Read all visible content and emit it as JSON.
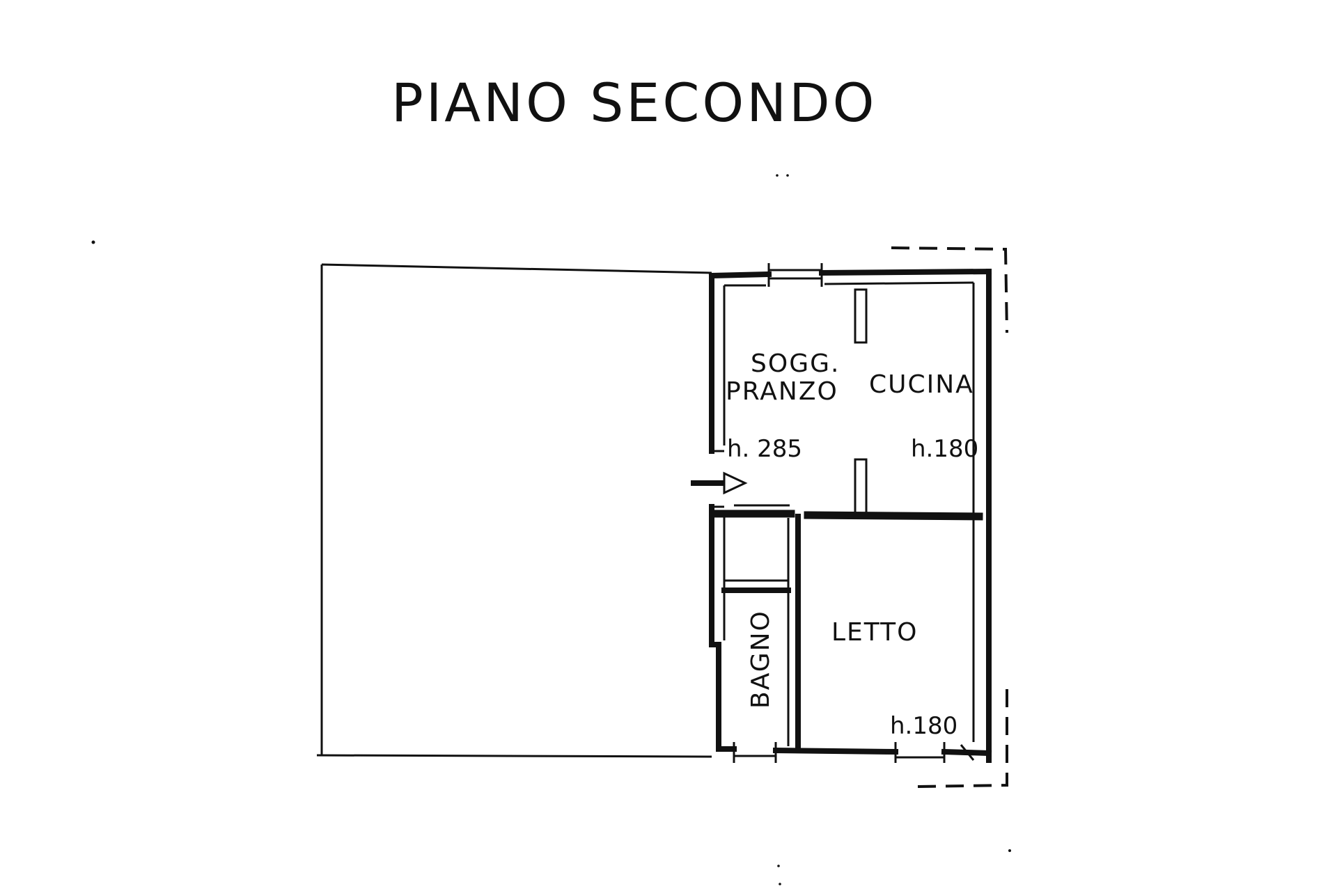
{
  "title": "PIANO SECONDO",
  "rooms": {
    "soggiorno_line1": "SOGG.",
    "soggiorno_line2": "PRANZO",
    "cucina": "CUCINA",
    "bagno": "BAGNO",
    "letto": "LETTO"
  },
  "heights": {
    "soggiorno": "h. 285",
    "cucina": "h.180",
    "letto": "h.180"
  }
}
